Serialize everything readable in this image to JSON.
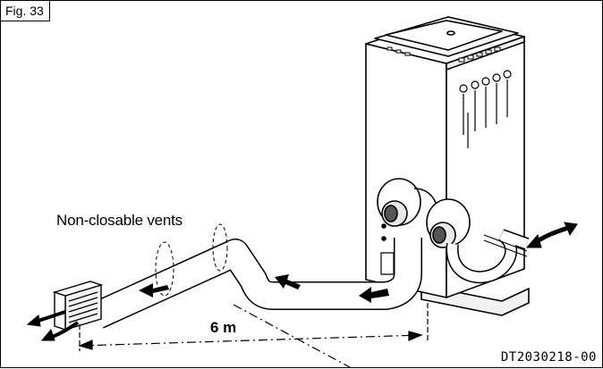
{
  "figure": {
    "label": "Fig. 33",
    "vents_label": "Non-closable vents",
    "distance_label": "6 m",
    "drawing_code": "DT2030218-00"
  },
  "icons": {
    "boiler": "boiler-unit-icon",
    "flue_pipe": "flue-duct-icon",
    "vent": "vent-grille-icon",
    "airflow": "airflow-arrow-icon"
  }
}
